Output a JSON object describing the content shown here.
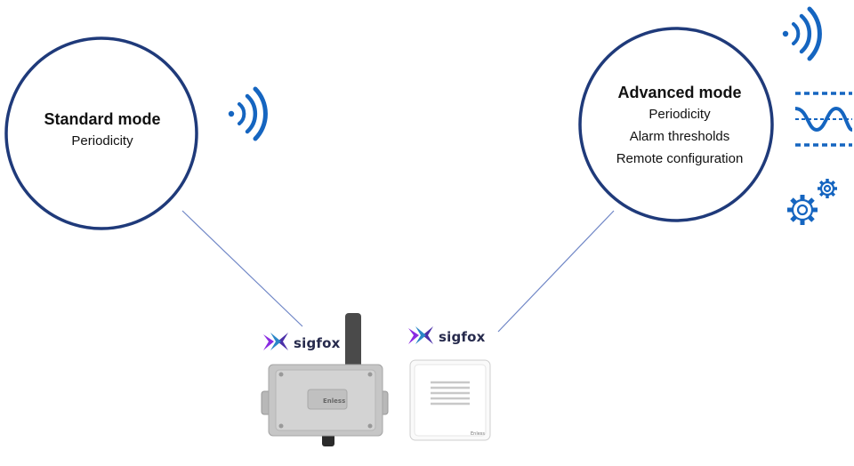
{
  "standard_mode": {
    "title": "Standard mode",
    "lines": [
      "Periodicity"
    ]
  },
  "advanced_mode": {
    "title": "Advanced mode",
    "lines": [
      "Periodicity",
      "Alarm thresholds",
      "Remote configuration"
    ]
  },
  "devices": {
    "gateway": {
      "brand": "sigfox",
      "label": "Enless"
    },
    "sensor": {
      "brand": "sigfox",
      "label": "Enless"
    }
  },
  "icons": [
    "wireless-signal-icon",
    "threshold-wave-icon",
    "gears-icon"
  ],
  "colors": {
    "circle_stroke": "#1f3a7a",
    "connector": "#6f86c6",
    "icon_blue": "#1565c0",
    "brand_text": "#272b4d"
  }
}
